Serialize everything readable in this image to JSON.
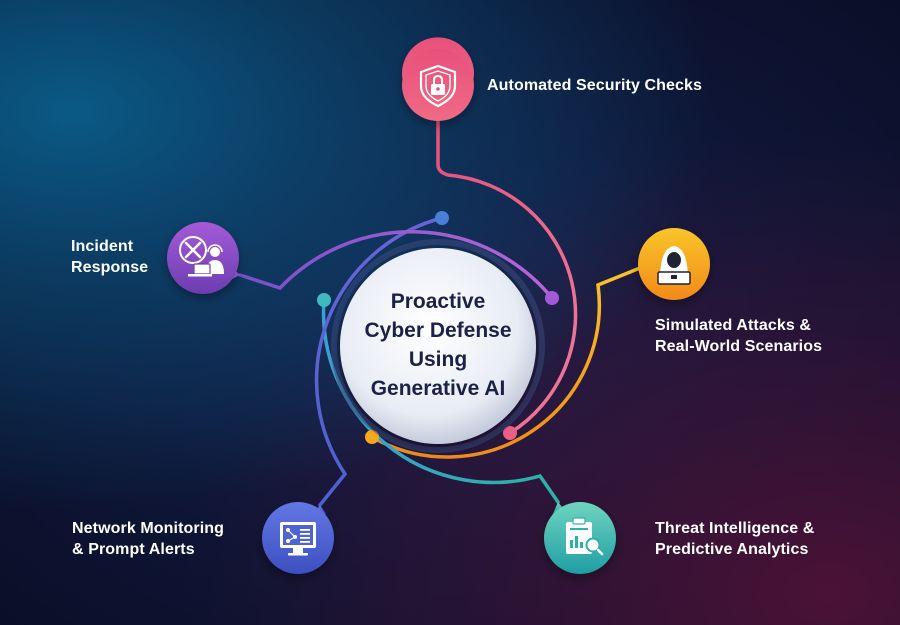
{
  "center": {
    "lines": [
      "Proactive",
      "Cyber Defense",
      "Using",
      "Generative AI"
    ]
  },
  "nodes": [
    {
      "id": "automated",
      "lines": [
        "Automated Security Checks"
      ],
      "icon": "shield-lock-icon",
      "color": "#e8507a"
    },
    {
      "id": "simulated",
      "lines": [
        "Simulated Attacks &",
        "Real-World Scenarios"
      ],
      "icon": "hacker-icon",
      "color": "#f7a81b"
    },
    {
      "id": "threat",
      "lines": [
        "Threat Intelligence &",
        "Predictive Analytics"
      ],
      "icon": "clipboard-chart-icon",
      "color": "#2bb3a6"
    },
    {
      "id": "network",
      "lines": [
        "Network Monitoring",
        "& Prompt Alerts"
      ],
      "icon": "monitor-network-icon",
      "color": "#4f63d2"
    },
    {
      "id": "incident",
      "lines": [
        "Incident",
        "Response"
      ],
      "icon": "support-tools-icon",
      "color": "#8a4fc4"
    }
  ]
}
